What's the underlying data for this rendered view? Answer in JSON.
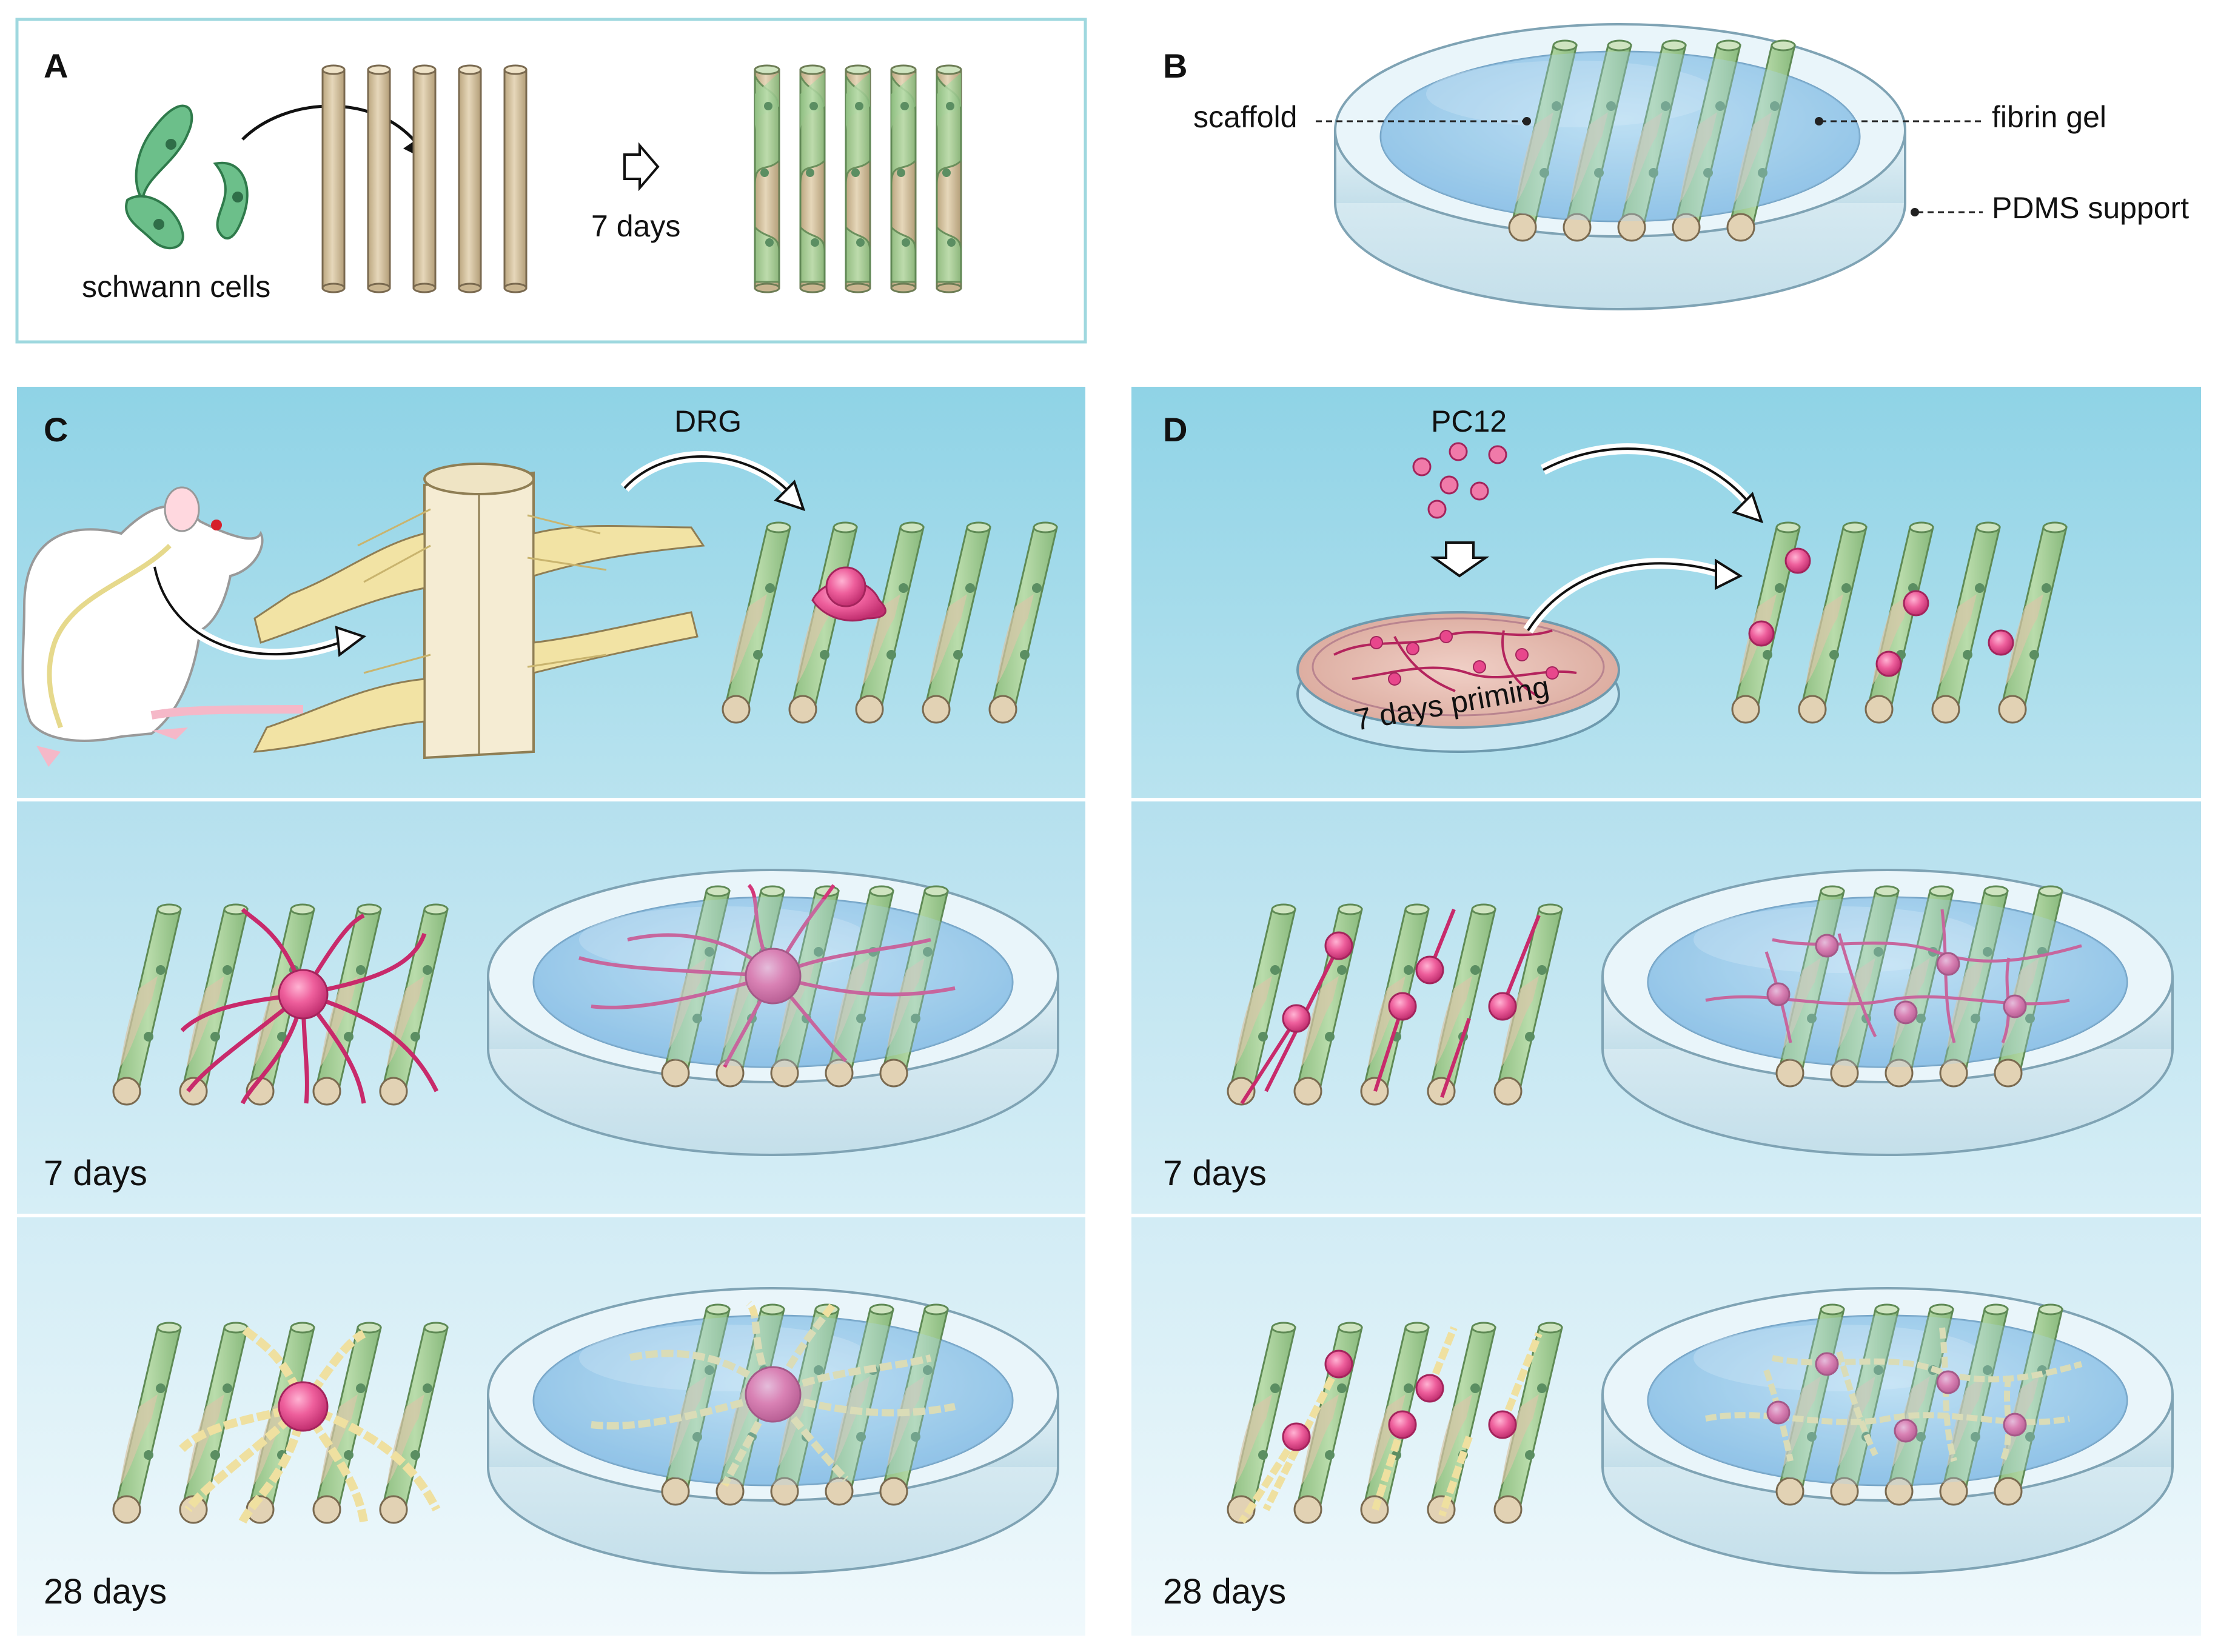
{
  "panels": {
    "A": {
      "letter": "A",
      "cells_label": "schwann cells",
      "duration": "7 days"
    },
    "B": {
      "letter": "B",
      "scaffold_label": "scaffold",
      "gel_label": "fibrin gel",
      "support_label": "PDMS support"
    },
    "C": {
      "letter": "C",
      "source_label": "DRG",
      "day7_label": "7 days",
      "day28_label": "28 days"
    },
    "D": {
      "letter": "D",
      "source_label": "PC12",
      "priming_label": "7 days priming",
      "day7_label": "7 days",
      "day28_label": "28 days"
    }
  },
  "colors": {
    "panel_border": "#9fd8df",
    "panel_bg_top": "#8fd3e6",
    "panel_bg_bottom": "#eaf6fb",
    "scaffold_beige": "#d8c6a8",
    "schwann_green": "#a8cf9a",
    "neuron_pink": "#e8478c",
    "axon_yellow": "#f2e6a6",
    "gel_blue": "#a9d4ef"
  },
  "icons": {
    "transfer_arrow": "curved-arrow-icon",
    "step_arrow": "outline-right-arrow-icon",
    "down_arrow": "outline-down-arrow-icon"
  }
}
